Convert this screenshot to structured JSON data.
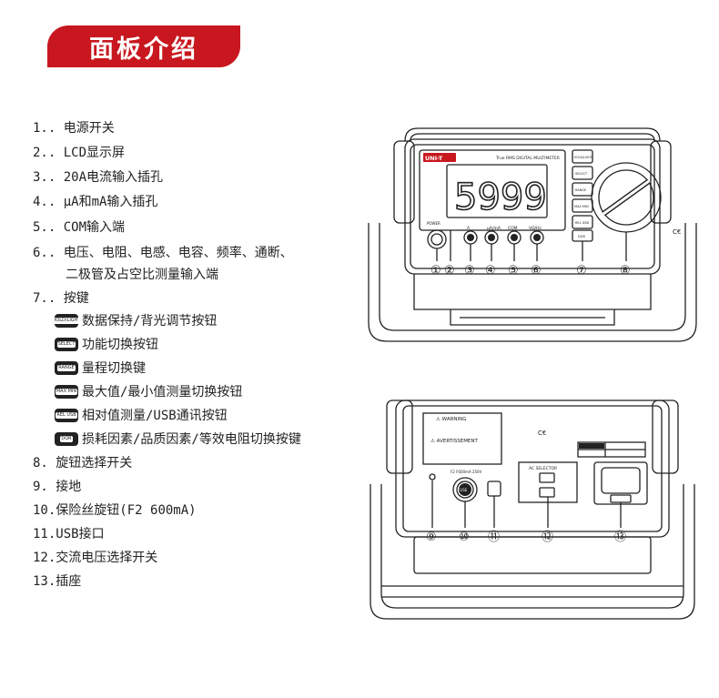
{
  "header": {
    "title": "面板介绍"
  },
  "items": [
    {
      "num": "1.",
      "text": ". 电源开关"
    },
    {
      "num": "2.",
      "text": ". LCD显示屏"
    },
    {
      "num": "3.",
      "text": ". 20A电流输入插孔"
    },
    {
      "num": "4.",
      "text": ". μA和mA输入插孔"
    },
    {
      "num": "5.",
      "text": ". COM输入端"
    },
    {
      "num": "6.",
      "text": ". 电压、电阻、电感、电容、频率、通断、"
    },
    {
      "num": "",
      "text": "二极管及占空比测量输入端"
    },
    {
      "num": "7.",
      "text": ". 按键"
    },
    {
      "num": "8.",
      "text": " 旋钮选择开关"
    },
    {
      "num": "9.",
      "text": " 接地"
    },
    {
      "num": "10.",
      "text": "保险丝旋钮(F2 600mA)"
    },
    {
      "num": "11.",
      "text": "USB接口"
    },
    {
      "num": "12.",
      "text": "交流电压选择开关"
    },
    {
      "num": "13.",
      "text": "插座"
    }
  ],
  "keys": [
    {
      "icon": "HOLD/LIGHT",
      "text": "数据保持/背光调节按钮"
    },
    {
      "icon": "SELECT",
      "text": "功能切换按钮"
    },
    {
      "icon": "RANGE",
      "text": "量程切换键"
    },
    {
      "icon": "MAX MIN",
      "text": "最大值/最小值测量切换按钮"
    },
    {
      "icon": "REL USB",
      "text": "相对值测量/USB通讯按钮"
    },
    {
      "icon": "DQR",
      "text": "损耗因素/品质因素/等效电阻切换按键"
    }
  ],
  "front": {
    "brand": "UNI-T",
    "model": "True RMS DIGITAL MULTIMETER",
    "display": "5999",
    "power": "POWER",
    "jack_labels": [
      "A",
      "μA/mA",
      "COM",
      "VΩ/Hz"
    ],
    "button_labels": [
      "HOLD/LIGHT",
      "SELECT",
      "RANGE",
      "MAX MIN",
      "REL USB",
      "DQR"
    ],
    "callouts": [
      "①",
      "②",
      "③",
      "④",
      "⑤",
      "⑥",
      "⑦",
      "⑧"
    ]
  },
  "back": {
    "warning": "⚠ WARNING",
    "avert": "⚠ AVERTISSEMENT",
    "fuse_label": "F2 F600mA 250V",
    "fuse": "FUSE",
    "ac_selector": "AC SELECTOR",
    "callouts": [
      "⑨",
      "⑩",
      "⑪",
      "⑫",
      "⑬"
    ]
  }
}
